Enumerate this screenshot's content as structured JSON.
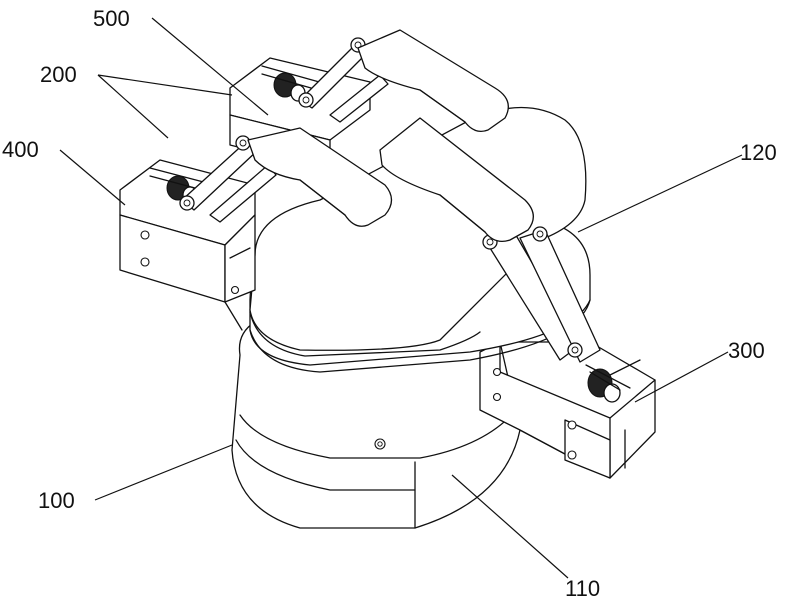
{
  "labels": {
    "l100": "100",
    "l110": "110",
    "l120": "120",
    "l200": "200",
    "l300": "300",
    "l400": "400",
    "l500": "500"
  }
}
